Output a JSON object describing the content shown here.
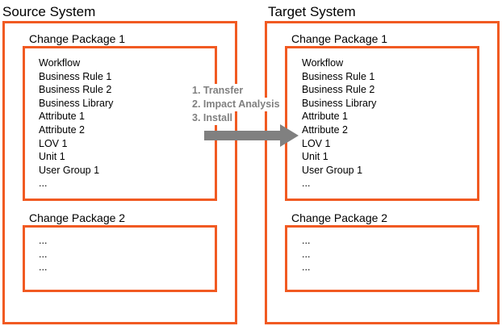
{
  "source": {
    "title": "Source System",
    "package1": {
      "title": "Change Package 1",
      "items": [
        "Workflow",
        "Business Rule 1",
        "Business Rule 2",
        "Business Library",
        "Attribute 1",
        "Attribute 2",
        "LOV 1",
        "Unit 1",
        "User Group 1",
        "..."
      ]
    },
    "package2": {
      "title": "Change Package 2",
      "items": [
        "...",
        "...",
        "..."
      ]
    }
  },
  "target": {
    "title": "Target System",
    "package1": {
      "title": "Change Package 1",
      "items": [
        "Workflow",
        "Business Rule 1",
        "Business Rule 2",
        "Business Library",
        "Attribute 1",
        "Attribute 2",
        "LOV 1",
        "Unit 1",
        "User Group 1",
        "..."
      ]
    },
    "package2": {
      "title": "Change Package 2",
      "items": [
        "...",
        "...",
        "..."
      ]
    }
  },
  "steps": [
    "1. Transfer",
    "2. Impact Analysis",
    "3. Install"
  ],
  "colors": {
    "border": "#f15a22",
    "arrow": "#808080",
    "step_text": "#808080"
  }
}
